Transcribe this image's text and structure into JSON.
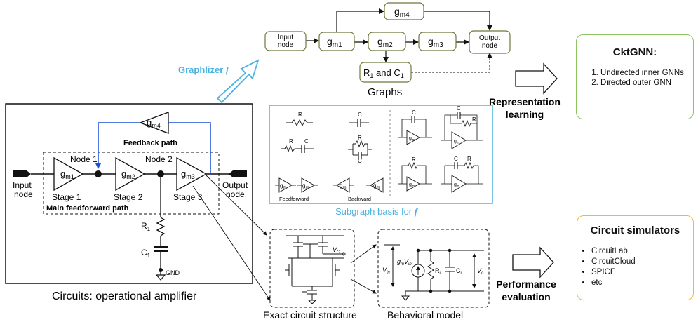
{
  "circuit": {
    "caption": "Circuits: operational amplifier",
    "input_label_1": "Input",
    "input_label_2": "node",
    "output_label_1": "Output",
    "output_label_2": "node",
    "gm1": "g",
    "gm1_sub": "m1",
    "gm2": "g",
    "gm2_sub": "m2",
    "gm3": "g",
    "gm3_sub": "m3",
    "gm4": "g",
    "gm4_sub": "m4",
    "node1": "Node 1",
    "node2": "Node 2",
    "stage1": "Stage 1",
    "stage2": "Stage 2",
    "stage3": "Stage 3",
    "feedback_path": "Feedback path",
    "main_path": "Main feedforward path",
    "r1": "R",
    "r1_sub": "1",
    "c1": "C",
    "c1_sub": "1",
    "gnd": "GND"
  },
  "graphlizer": {
    "label": "Graphlizer",
    "symbol": "f"
  },
  "graphs": {
    "caption": "Graphs",
    "input_node_1": "Input",
    "input_node_2": "node",
    "output_node_1": "Output",
    "output_node_2": "node",
    "gm1": "g",
    "gm1_sub": "m1",
    "gm2": "g",
    "gm2_sub": "m2",
    "gm3": "g",
    "gm3_sub": "m3",
    "gm4": "g",
    "gm4_sub": "m4",
    "rc_1": "R",
    "rc_1_sub": "1",
    "rc_and": " and C",
    "rc_2_sub": "1"
  },
  "subgraph": {
    "caption": "Subgraph basis for",
    "symbol": "f",
    "r": "R",
    "c": "C",
    "gm": "g",
    "gm_sub": "m",
    "feedforward": "Feedforward",
    "backward": "Backward"
  },
  "representation": {
    "line1": "Representation",
    "line2": "learning"
  },
  "performance": {
    "line1": "Performance",
    "line2": "evaluation"
  },
  "ckt": {
    "title": "CktGNN:",
    "items": [
      "Undirected inner GNNs",
      "Directed outer GNN"
    ]
  },
  "simulators": {
    "title": "Circuit simulators",
    "items": [
      "CircuitLab",
      "CircuitCloud",
      "SPICE",
      "etc"
    ]
  },
  "exact": {
    "caption": "Exact circuit structure",
    "vo": "V",
    "vo_sub": "O"
  },
  "behavioral": {
    "caption": "Behavioral model",
    "vin": "V",
    "vin_sub": "in",
    "gm_vin": "g",
    "gm_vin_sub": "m",
    "gm_vin_v": "V",
    "gm_vin_vsub": "in",
    "ri": "R",
    "ri_sub": "i",
    "ci": "C",
    "ci_sub": "i",
    "vo": "V",
    "vo_sub": "o"
  },
  "colors": {
    "accent_blue": "#4ab2e0",
    "feedback_blue": "#1a4fd6",
    "green_border": "#8cc462",
    "orange_border": "#f2b83c",
    "graph_node_border": "#6b7a3a"
  }
}
